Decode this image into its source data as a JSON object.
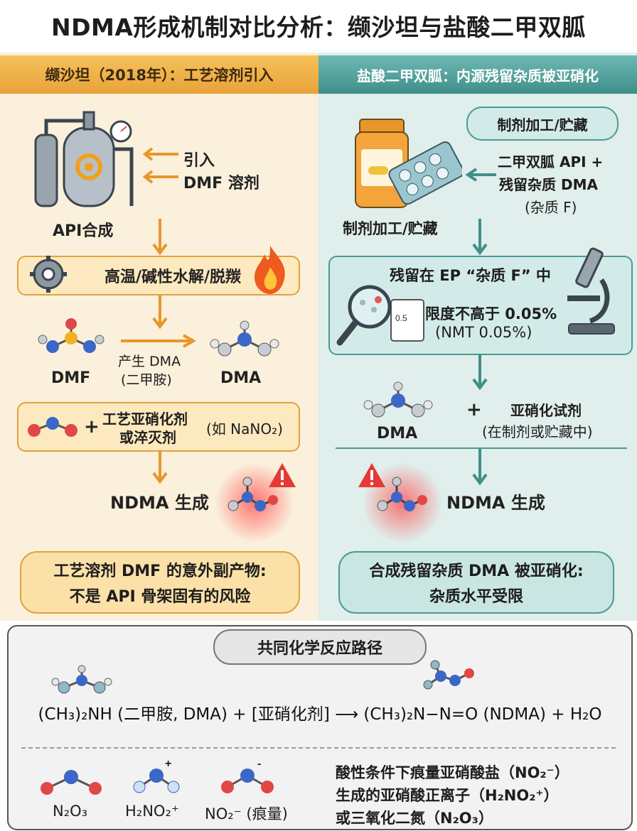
{
  "title": "NDMA形成机制对比分析：缬沙坦与盐酸二甲双胍",
  "left": {
    "header": "缬沙坦（2018年）：工艺溶剂引入",
    "intro_line1": "引入",
    "intro_line2": "DMF 溶剂",
    "api_label": "API合成",
    "step1": "高温/碱性水解/脱羰",
    "dmf_label": "DMF",
    "arrow_label_1": "产生 DMA",
    "arrow_label_2": "(二甲胺)",
    "dma_label": "DMA",
    "reagent_1": "工艺亚硝化剂",
    "reagent_2": "或淬灭剂",
    "reagent_3": "(如 NaNO₂)",
    "ndma": "NDMA 生成",
    "summary_1": "工艺溶剂 DMF 的意外副产物:",
    "summary_2": "不是 API 骨架固有的风险"
  },
  "right": {
    "header": "盐酸二甲双胍：内源残留杂质被亚硝化",
    "pill": "制剂加工/贮藏",
    "api_1": "二甲双胍 API +",
    "api_2": "残留杂质 DMA",
    "api_3": "(杂质 F)",
    "process_label": "制剂加工/贮藏",
    "ep_label": "残留在 EP “杂质 F” 中",
    "limit_1": "限度不高于 0.05%",
    "limit_2": "(NMT 0.05%)",
    "dma_label": "DMA",
    "plus": "+",
    "reagent_1": "亚硝化试剂",
    "reagent_2": "(在制剂或贮藏中)",
    "ndma": "NDMA 生成",
    "summary_1": "合成残留杂质 DMA 被亚硝化:",
    "summary_2": "杂质水平受限"
  },
  "bottom": {
    "pill": "共同化学反应路径",
    "equation": "(CH₃)₂NH (二甲胺, DMA) + [亚硝化剂] ⟶ (CH₃)₂N−N=O (NDMA) + H₂O",
    "species": [
      "N₂O₃",
      "H₂NO₂⁺",
      "NO₂⁻ (痕量)"
    ],
    "note_1": "酸性条件下痕量亚硝酸盐（NO₂⁻）",
    "note_2": "生成的亚硝酸正离子（H₂NO₂⁺）",
    "note_3": "或三氧化二氮（N₂O₃）"
  },
  "colors": {
    "orange_header": "#e9a23a",
    "teal_header": "#3f8f8a",
    "left_panel": "#fbf0dc",
    "right_panel": "#e0eeec",
    "warning_red": "#e53935"
  }
}
